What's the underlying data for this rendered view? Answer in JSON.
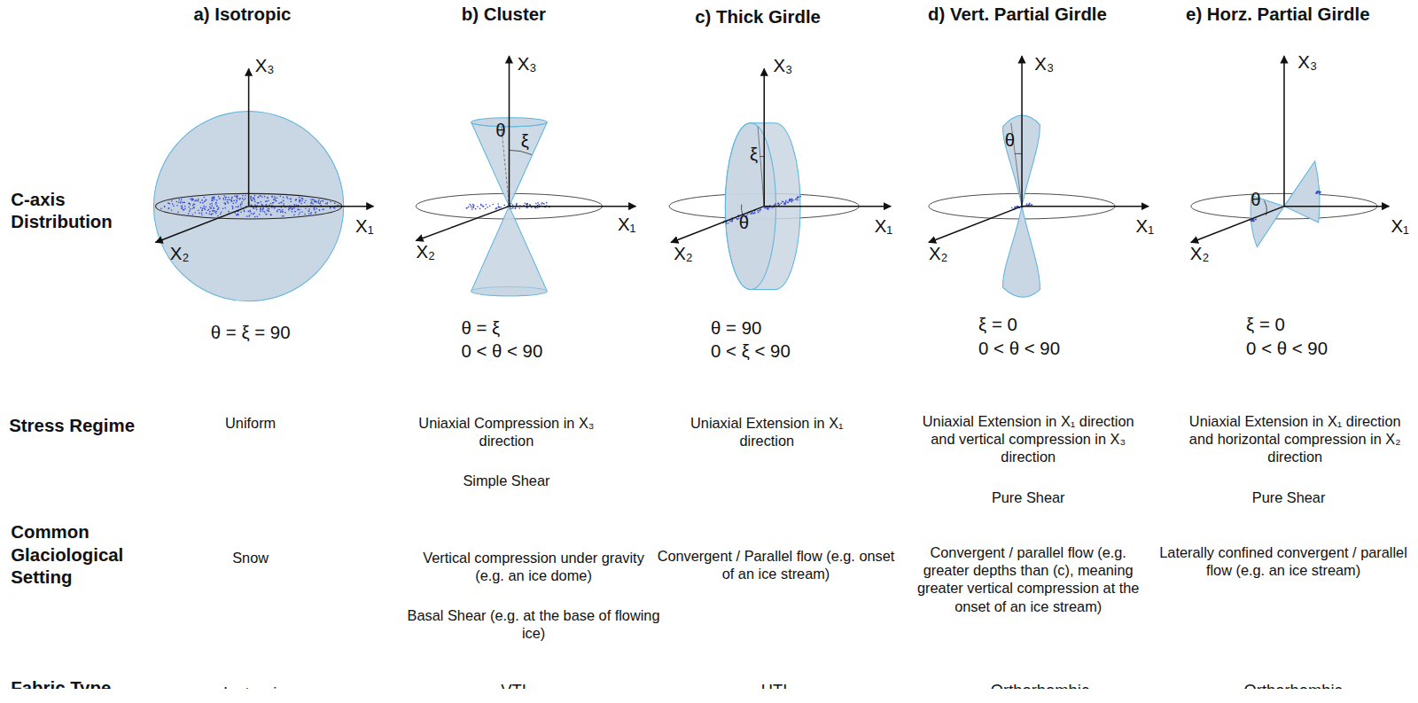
{
  "diagram": {
    "labels": [
      "a) Isotropic",
      "b) Cluster",
      "c) Thick Girdle",
      "d) Vert. Partial Girdle",
      "e) Horz. Partial Girdle",
      "C-axis Distribution",
      "Stress Regime",
      "Common Glaciological Setting",
      "Fabric Type",
      "X₃",
      "X₁",
      "X₂",
      "θ = ξ = 90",
      "X₃",
      "X₁",
      "X₂",
      "θ",
      "ξ",
      "θ = ξ",
      "0 < θ < 90",
      "X₃",
      "X₁",
      "X₂",
      "ξ",
      "θ",
      "θ = 90",
      "0 < ξ < 90",
      "X₃",
      "X₁",
      "X₂",
      "θ",
      "ξ = 0",
      "0 < θ < 90",
      "X₃",
      "X₁",
      "X₂",
      "θ",
      "ξ = 0",
      "0 < θ < 90",
      "Uniform",
      "Uniaxial Compression in X₃ direction",
      "Simple Shear",
      "Uniaxial Extension in X₁ direction",
      "Uniaxial Extension in X₁ direction and vertical compression in X₃ direction",
      "Pure Shear",
      "Uniaxial Extension in X₁ direction and horizontal compression in X₂ direction",
      "Pure Shear",
      "Snow",
      "Vertical compression under gravity (e.g. an ice dome)",
      "Basal Shear (e.g. at the base of flowing ice)",
      "Convergent / Parallel flow (e.g.  onset of an ice stream)",
      "Convergent / parallel  flow (e.g. greater depths than (c), meaning greater vertical compression at the onset of an ice stream)",
      "Laterally confined convergent / parallel  flow (e.g. an ice stream)",
      "Isotropic",
      "VTI",
      "HTI",
      "Orthorhombic",
      "Orthorhombic"
    ]
  }
}
